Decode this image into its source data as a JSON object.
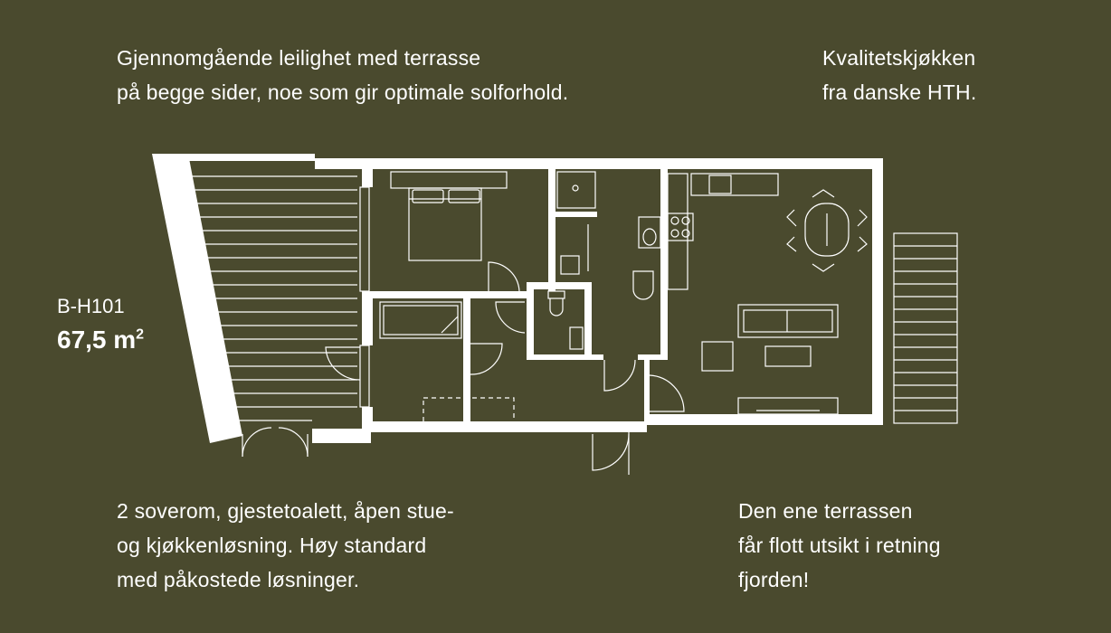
{
  "texts": {
    "top_left": [
      "Gjennomgående leilighet med terrasse",
      "på begge sider, noe som gir optimale solforhold."
    ],
    "top_right": [
      "Kvalitetskjøkken",
      "fra danske HTH."
    ],
    "bottom_left": [
      "2 soverom, gjestetoalett, åpen stue-",
      "og kjøkkenløsning. Høy standard",
      "med påkostede løsninger."
    ],
    "bottom_right": [
      "Den ene terrassen",
      "får flott utsikt i retning",
      "fjorden!"
    ]
  },
  "unit": {
    "code": "B-H101",
    "area": "67,5 m",
    "area_unit_exp": "2"
  },
  "colors": {
    "background": "#4a4a2e",
    "lines": "#ffffff"
  },
  "plan_icons": [
    "floor-plan",
    "double-bed-icon",
    "dining-table-icon",
    "sofa-icon",
    "armchair-icon",
    "toilet-icon",
    "sink-icon",
    "stove-icon",
    "door-icon",
    "terrace-icon"
  ]
}
